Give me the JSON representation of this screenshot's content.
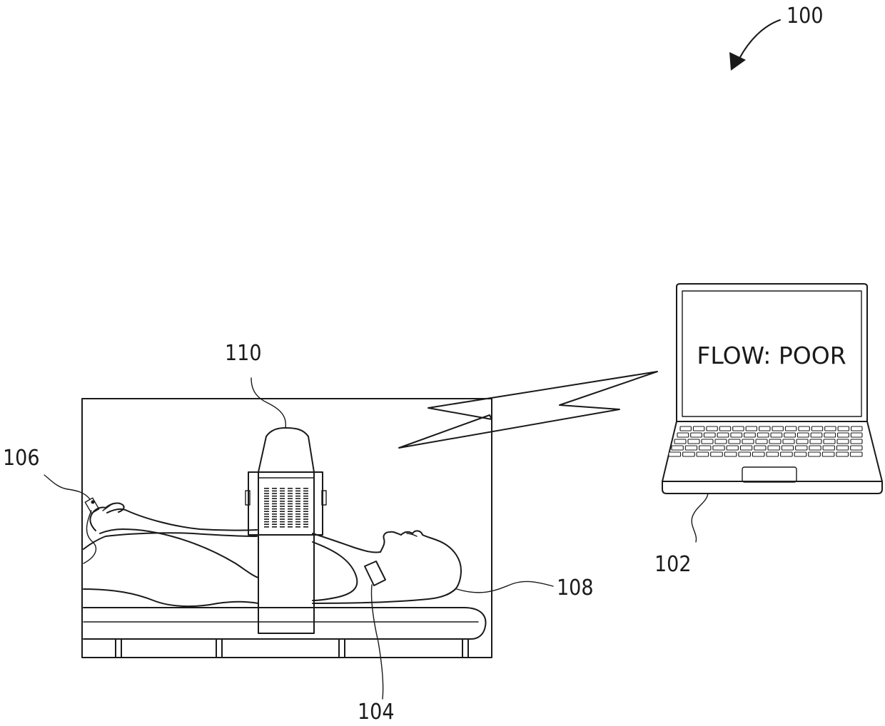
{
  "labels": {
    "system": "100",
    "computer": "102",
    "sensor": "104",
    "pulse_oximeter": "106",
    "patient": "108",
    "scanner": "110"
  },
  "screen": {
    "text": "FLOW: POOR"
  },
  "icons": {
    "wireless_link": "lightning-bolt-icon",
    "system_arrow": "curved-arrow-icon"
  },
  "colors": {
    "ink": "#1a1a1a",
    "background": "#ffffff"
  }
}
